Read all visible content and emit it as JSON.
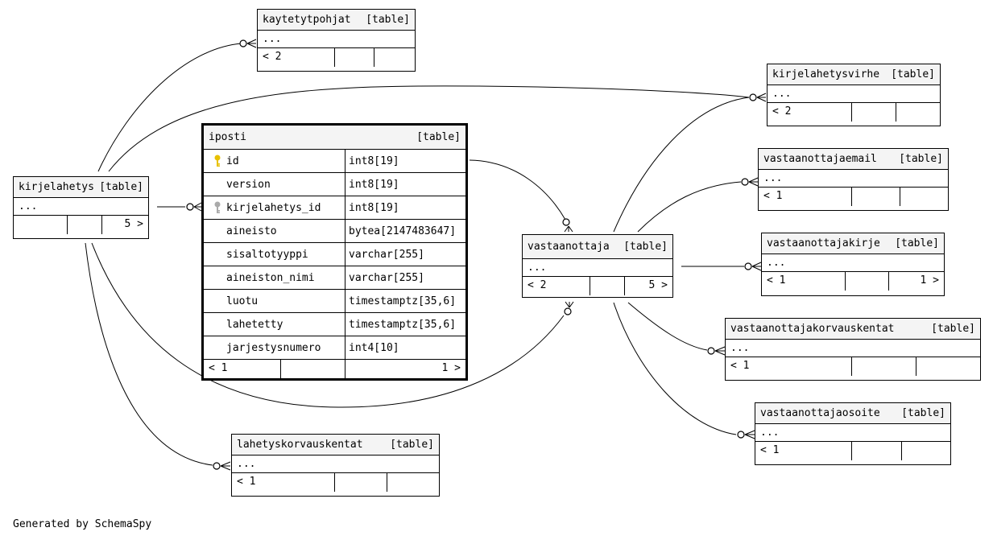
{
  "focus_table": {
    "name": "iposti",
    "kind": "[table]",
    "columns": [
      {
        "name": "id",
        "type": "int8[19]",
        "key": "primary-key"
      },
      {
        "name": "version",
        "type": "int8[19]",
        "key": ""
      },
      {
        "name": "kirjelahetys_id",
        "type": "int8[19]",
        "key": "foreign-key"
      },
      {
        "name": "aineisto",
        "type": "bytea[2147483647]",
        "key": ""
      },
      {
        "name": "sisaltotyyppi",
        "type": "varchar[255]",
        "key": ""
      },
      {
        "name": "aineiston_nimi",
        "type": "varchar[255]",
        "key": ""
      },
      {
        "name": "luotu",
        "type": "timestamptz[35,6]",
        "key": ""
      },
      {
        "name": "lahetetty",
        "type": "timestamptz[35,6]",
        "key": ""
      },
      {
        "name": "jarjestysnumero",
        "type": "int4[10]",
        "key": ""
      }
    ],
    "footer": {
      "parents": "< 1",
      "children": "1 >"
    }
  },
  "tables": {
    "kaytetytpohjat": {
      "name": "kaytetytpohjat",
      "kind": "[table]",
      "dots": "...",
      "parents": "< 2",
      "children": ""
    },
    "kirjelahetysvirhe": {
      "name": "kirjelahetysvirhe",
      "kind": "[table]",
      "dots": "...",
      "parents": "< 2",
      "children": ""
    },
    "kirjelahetys": {
      "name": "kirjelahetys",
      "kind": "[table]",
      "dots": "...",
      "parents": "",
      "children": "5 >"
    },
    "vastaanottajaemail": {
      "name": "vastaanottajaemail",
      "kind": "[table]",
      "dots": "...",
      "parents": "< 1",
      "children": ""
    },
    "vastaanottaja": {
      "name": "vastaanottaja",
      "kind": "[table]",
      "dots": "...",
      "parents": "< 2",
      "children": "5 >"
    },
    "vastaanottajakirje": {
      "name": "vastaanottajakirje",
      "kind": "[table]",
      "dots": "...",
      "parents": "< 1",
      "children": "1 >"
    },
    "vastaanottajakorvauskentat": {
      "name": "vastaanottajakorvauskentat",
      "kind": "[table]",
      "dots": "...",
      "parents": "< 1",
      "children": ""
    },
    "vastaanottajaosoite": {
      "name": "vastaanottajaosoite",
      "kind": "[table]",
      "dots": "...",
      "parents": "< 1",
      "children": ""
    },
    "lahetyskorvauskentat": {
      "name": "lahetyskorvauskentat",
      "kind": "[table]",
      "dots": "...",
      "parents": "< 1",
      "children": ""
    }
  },
  "footer_text": "Generated by SchemaSpy",
  "colors": {
    "primary_key": "#e8c100",
    "foreign_key": "#aaaaaa",
    "header_bg": "#f4f4f4"
  }
}
